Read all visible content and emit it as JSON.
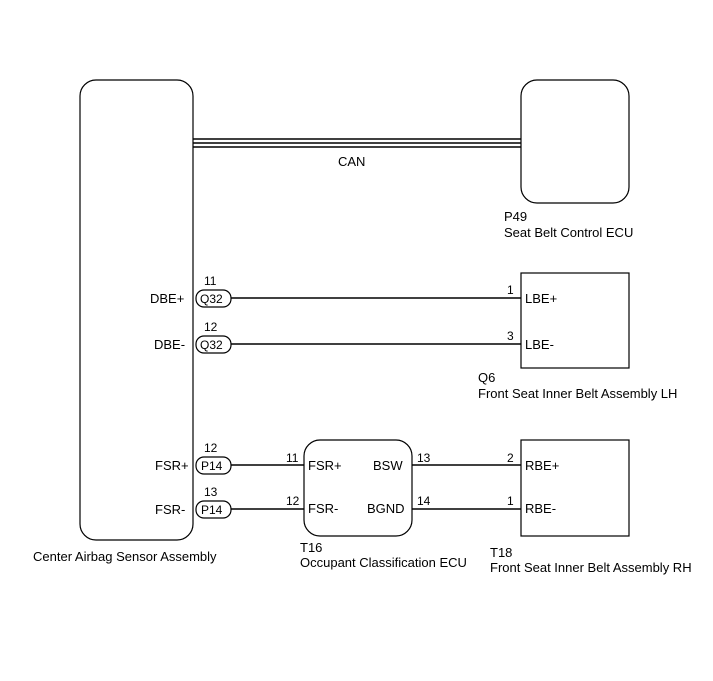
{
  "can_label": "CAN",
  "components": {
    "center_airbag": {
      "name": "Center Airbag Sensor Assembly"
    },
    "seat_belt_ecu": {
      "code": "P49",
      "name": "Seat Belt Control ECU"
    },
    "inner_belt_lh": {
      "code": "Q6",
      "name": "Front Seat Inner Belt Assembly LH"
    },
    "occupant_ecu": {
      "code": "T16",
      "name": "Occupant Classification ECU"
    },
    "inner_belt_rh": {
      "code": "T18",
      "name": "Front Seat Inner Belt Assembly RH"
    }
  },
  "airbag_terminals": {
    "dbe_plus": {
      "label": "DBE+",
      "pin": "11",
      "connector": "Q32"
    },
    "dbe_minus": {
      "label": "DBE-",
      "pin": "12",
      "connector": "Q32"
    },
    "fsr_plus": {
      "label": "FSR+",
      "pin": "12",
      "connector": "P14"
    },
    "fsr_minus": {
      "label": "FSR-",
      "pin": "13",
      "connector": "P14"
    }
  },
  "lh_terminals": {
    "lbe_plus": {
      "label": "LBE+",
      "pin": "1"
    },
    "lbe_minus": {
      "label": "LBE-",
      "pin": "3"
    }
  },
  "occupant_terminals": {
    "fsr_plus": {
      "label": "FSR+",
      "pin": "11"
    },
    "fsr_minus": {
      "label": "FSR-",
      "pin": "12"
    },
    "bsw": {
      "label": "BSW",
      "pin": "13"
    },
    "bgnd": {
      "label": "BGND",
      "pin": "14"
    }
  },
  "rh_terminals": {
    "rbe_plus": {
      "label": "RBE+",
      "pin": "2"
    },
    "rbe_minus": {
      "label": "RBE-",
      "pin": "1"
    }
  }
}
